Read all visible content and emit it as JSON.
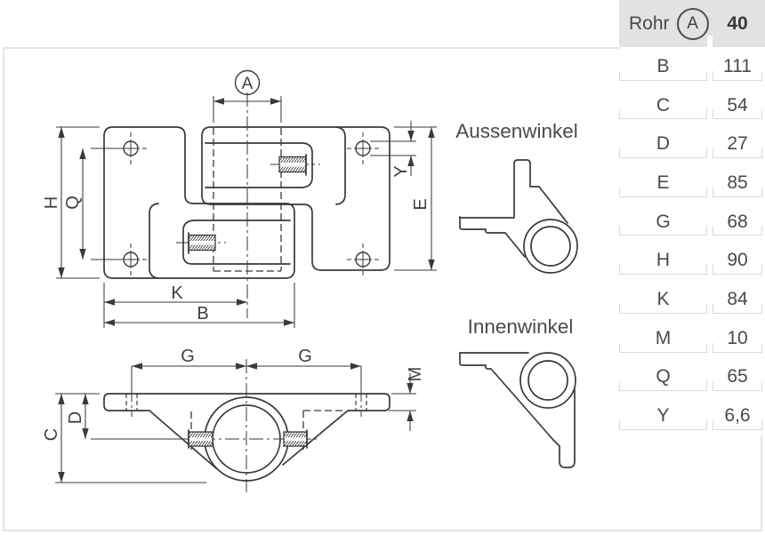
{
  "product_table": {
    "header": {
      "label": "Rohr",
      "diameter_symbol": "A",
      "value": "40"
    },
    "rows": [
      {
        "label": "B",
        "value": "111"
      },
      {
        "label": "C",
        "value": "54"
      },
      {
        "label": "D",
        "value": "27"
      },
      {
        "label": "E",
        "value": "85"
      },
      {
        "label": "G",
        "value": "68"
      },
      {
        "label": "H",
        "value": "90"
      },
      {
        "label": "K",
        "value": "84"
      },
      {
        "label": "M",
        "value": "10"
      },
      {
        "label": "Q",
        "value": "65"
      },
      {
        "label": "Y",
        "value": "6,6"
      }
    ]
  },
  "drawing": {
    "view_labels": {
      "outer_angle": "Aussenwinkel",
      "inner_angle": "Innenwinkel"
    },
    "dim_labels": {
      "A": "A",
      "B": "B",
      "C": "C",
      "D": "D",
      "E": "E",
      "G1": "G",
      "G2": "G",
      "H": "H",
      "K": "K",
      "M": "M",
      "Q": "Q",
      "Y": "Y"
    }
  },
  "colors": {
    "line": "#3a3a3a",
    "text": "#4a4a4a",
    "table_header_bg": "#e2e2e2",
    "table_cell_border": "#d9d9d9",
    "panel_border": "#e4e4e4"
  }
}
